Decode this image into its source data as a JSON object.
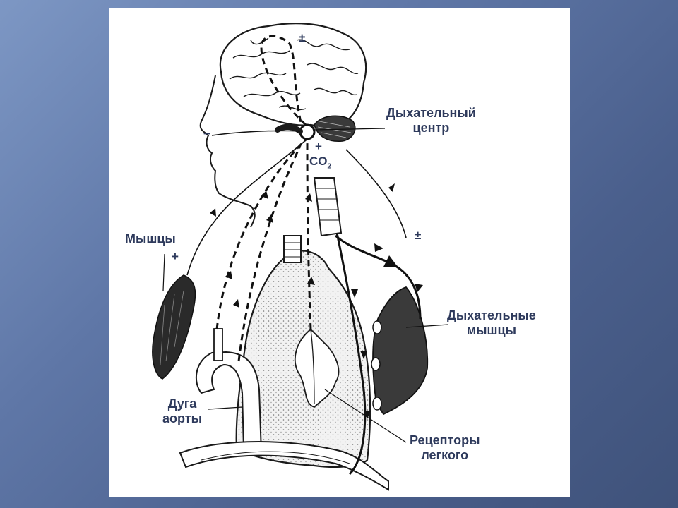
{
  "labels": {
    "resp_center_line1": "Дыхательный",
    "resp_center_line2": "центр",
    "muscles": "Мышцы",
    "resp_muscles_line1": "Дыхательные",
    "resp_muscles_line2": "мышцы",
    "aortic_arch_line1": "Дуга",
    "aortic_arch_line2": "аорты",
    "lung_receptors_line1": "Рецепторы",
    "lung_receptors_line2": "легкого",
    "co2": "CO",
    "co2_sub": "2"
  },
  "signs": {
    "brain_plus_minus": "±",
    "co2_plus": "+",
    "face_minus": "−",
    "muscles_plus": "+",
    "resp_muscles_plus_minus": "±"
  },
  "colors": {
    "label": "#2e3a5c",
    "drawing": "#1a1a1a",
    "background_start": "#7d97c4",
    "background_end": "#3f527a"
  }
}
